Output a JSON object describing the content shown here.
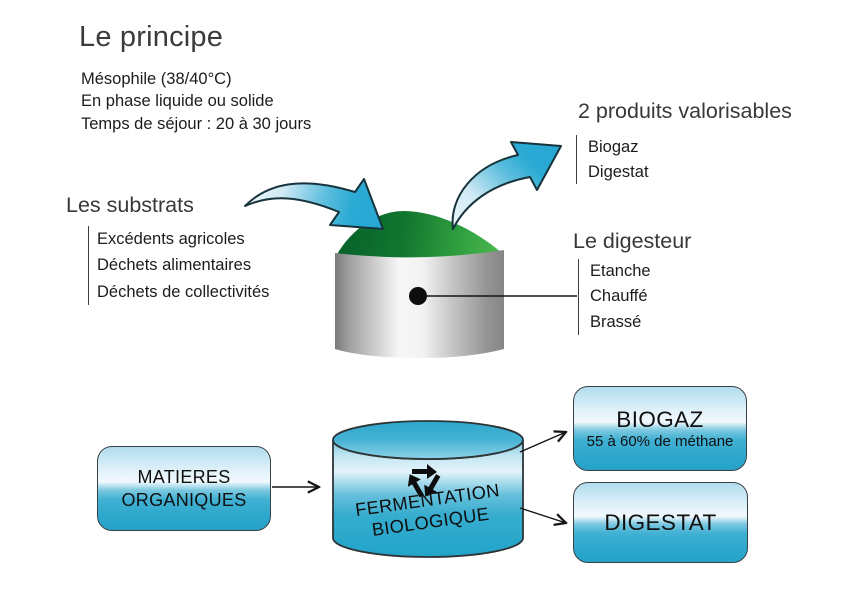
{
  "title": "Le principe",
  "intro": {
    "lines": [
      "Mésophile (38/40°C)",
      "En phase liquide ou solide",
      "Temps de séjour : 20 à 30 jours"
    ]
  },
  "substrats": {
    "heading": "Les substrats",
    "items": [
      "Excédents agricoles",
      "Déchets alimentaires",
      "Déchets de collectivités"
    ]
  },
  "produits": {
    "heading": "2 produits valorisables",
    "items": [
      "Biogaz",
      "Digestat"
    ]
  },
  "digesteur": {
    "heading": "Le digesteur",
    "items": [
      "Etanche",
      "Chauffé",
      "Brassé"
    ]
  },
  "flow": {
    "input": {
      "lines": [
        "MATIERES",
        "ORGANIQUES"
      ]
    },
    "process": {
      "lines": [
        "FERMENTATION",
        "BIOLOGIQUE"
      ],
      "icon": "recycle-icon"
    },
    "outputs": [
      {
        "title": "BIOGAZ",
        "subtitle": "55 à 60% de méthane"
      },
      {
        "title": "DIGESTAT"
      }
    ]
  },
  "colors": {
    "accent_cyan": "#29a9d3",
    "dome_green": "#2f9e3f",
    "tank_metal_light": "#f5f5f5",
    "text_dark": "#1c1c1b"
  }
}
